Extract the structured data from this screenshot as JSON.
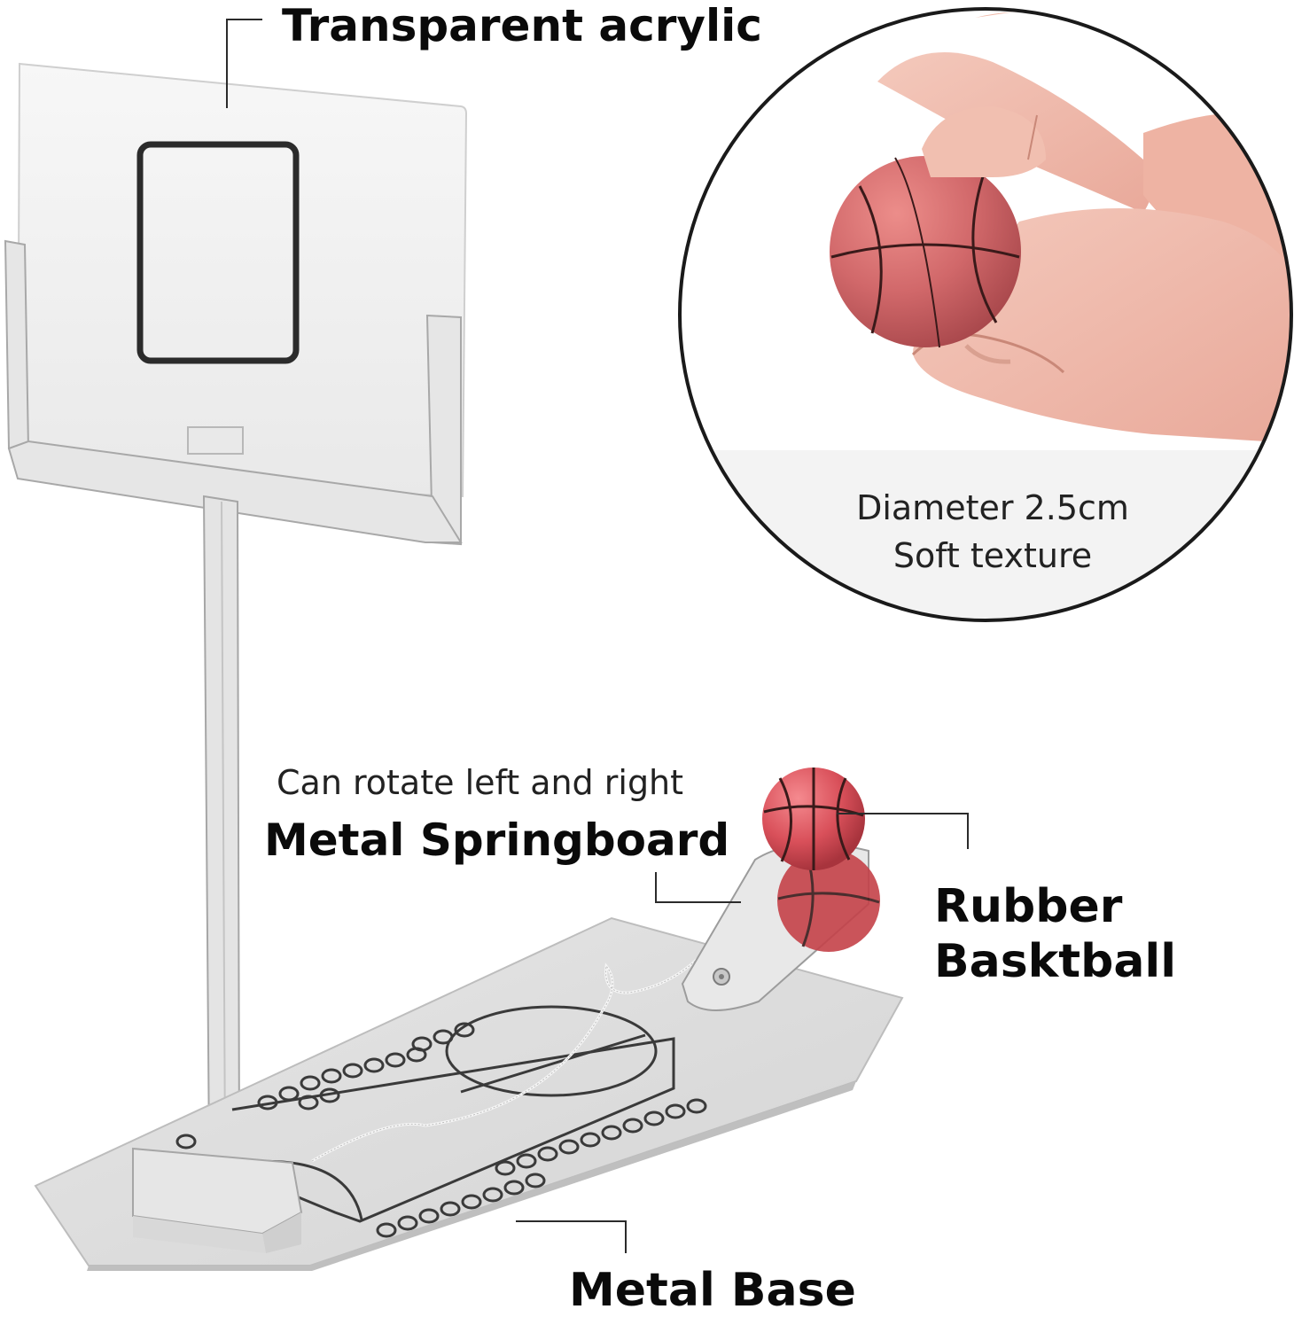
{
  "labels": {
    "acrylic": "Transparent acrylic",
    "springboard_sub": "Can rotate left and right",
    "springboard": "Metal Springboard",
    "rubber_line1": "Rubber",
    "rubber_line2": "Basktball",
    "base": "Metal Base",
    "diameter": "Diameter 2.5cm",
    "texture": "Soft texture"
  },
  "colors": {
    "frame": "#e6e6e6",
    "frame_edge": "#9e9e9e",
    "hoop_square": "#2b2b2b",
    "ball": "#d9505a",
    "ball_lines": "#3a1a1a",
    "skin": "#f2c2b4",
    "court_lines": "#3a3a3a",
    "base_plate": "#dcdcdc"
  },
  "icons": {
    "ball": "basketball-icon"
  }
}
